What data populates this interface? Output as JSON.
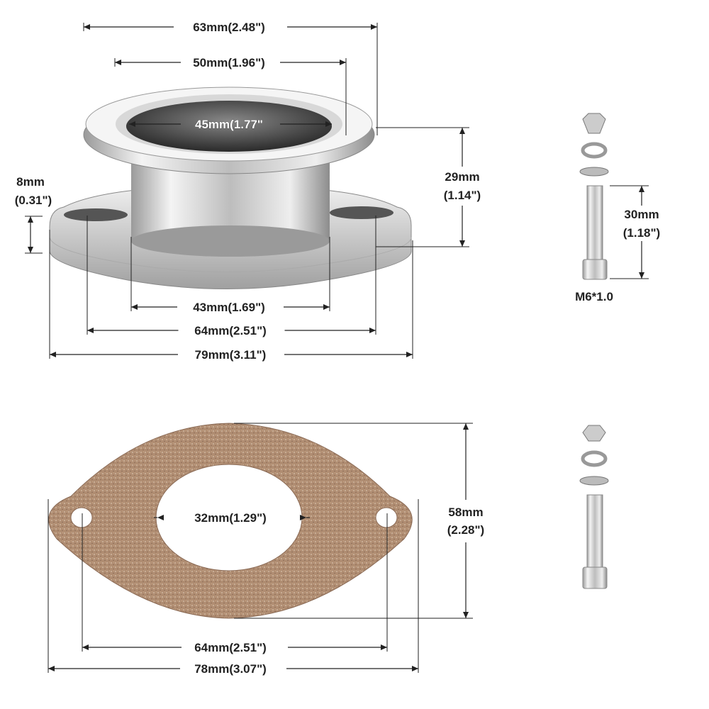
{
  "flange": {
    "dims": {
      "outer_ring": "63mm(2.48\")",
      "ring_inner": "50mm(1.96\")",
      "bore": "45mm(1.77\"",
      "height_mm": "29mm",
      "height_in": "(1.14\")",
      "plate_mm": "8mm",
      "plate_in": "(0.31\")",
      "base_bore": "43mm(1.69\")",
      "hole_spacing": "64mm(2.51\")",
      "overall_width": "79mm(3.11\")"
    }
  },
  "bolt": {
    "length_mm": "30mm",
    "length_in": "(1.18\")",
    "thread": "M6*1.0"
  },
  "gasket": {
    "dims": {
      "bore": "32mm(1.29\")",
      "height_mm": "58mm",
      "height_in": "(2.28\")",
      "hole_spacing": "64mm(2.51\")",
      "overall_width": "78mm(3.07\")"
    },
    "color": "#b08d72"
  },
  "colors": {
    "metal_light": "#f2f2f2",
    "metal_dark": "#8a8a8a",
    "line": "#222222"
  }
}
